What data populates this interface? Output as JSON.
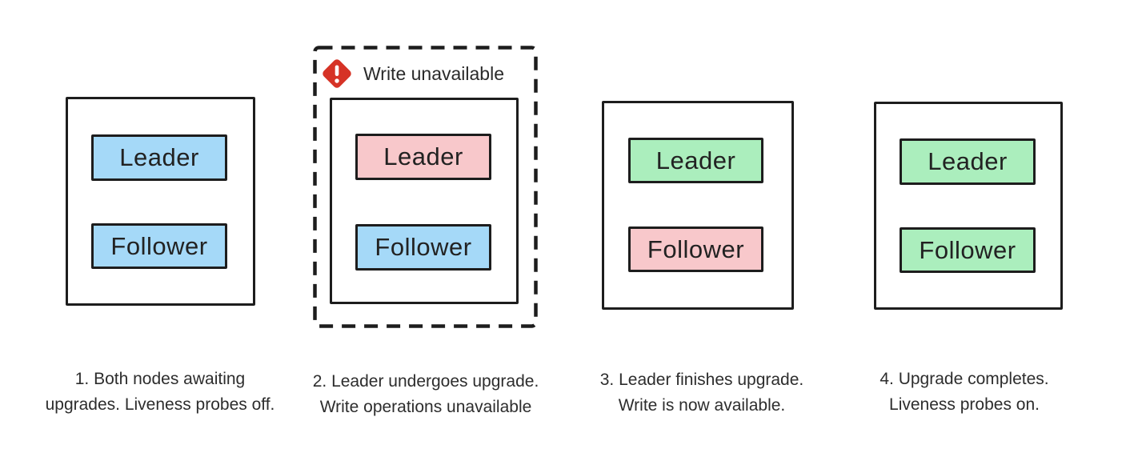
{
  "colors": {
    "background": "#ffffff",
    "outline": "#1d1d1d",
    "text": "#2d2d2d",
    "node_awaiting": "#a5d9f8",
    "node_upgrading": "#f8c8cb",
    "node_upgraded": "#abeebd",
    "alert_red": "#d63326"
  },
  "alert": {
    "icon": "alert-diamond-icon",
    "label": "Write unavailable"
  },
  "panels": [
    {
      "step": 1,
      "highlighted": false,
      "nodes": [
        {
          "label": "Leader",
          "state": "awaiting"
        },
        {
          "label": "Follower",
          "state": "awaiting"
        }
      ],
      "caption": [
        "1. Both nodes awaiting",
        "upgrades. Liveness probes off."
      ]
    },
    {
      "step": 2,
      "highlighted": true,
      "nodes": [
        {
          "label": "Leader",
          "state": "upgrading"
        },
        {
          "label": "Follower",
          "state": "awaiting"
        }
      ],
      "caption": [
        "2. Leader undergoes upgrade.",
        "Write operations unavailable"
      ]
    },
    {
      "step": 3,
      "highlighted": false,
      "nodes": [
        {
          "label": "Leader",
          "state": "upgraded"
        },
        {
          "label": "Follower",
          "state": "upgrading"
        }
      ],
      "caption": [
        "3. Leader finishes upgrade.",
        "Write is now available."
      ]
    },
    {
      "step": 4,
      "highlighted": false,
      "nodes": [
        {
          "label": "Leader",
          "state": "upgraded"
        },
        {
          "label": "Follower",
          "state": "upgraded"
        }
      ],
      "caption": [
        "4. Upgrade completes.",
        "Liveness probes on."
      ]
    }
  ]
}
